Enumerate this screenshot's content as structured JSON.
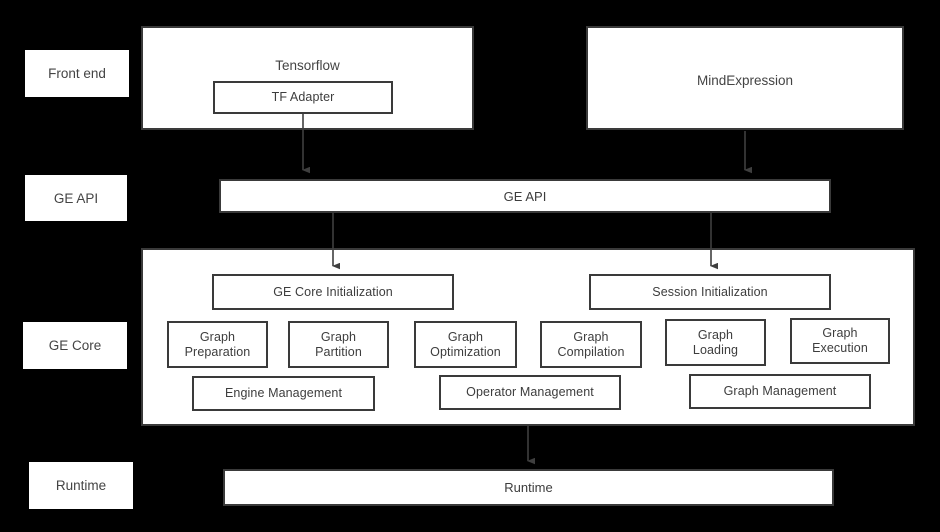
{
  "diagram": {
    "background_color": "#000000",
    "box_fill": "#ffffff",
    "box_border": "#3a3a3a",
    "text_color": "#404040",
    "arrow_color": "#3f3f3f"
  },
  "layer_labels": [
    {
      "id": "front-end",
      "label": "Front end"
    },
    {
      "id": "ge-api",
      "label": "GE API"
    },
    {
      "id": "ge-core",
      "label": "GE Core"
    },
    {
      "id": "runtime",
      "label": "Runtime"
    }
  ],
  "frontend": {
    "tensorflow": {
      "title": "Tensorflow",
      "child": "TF Adapter"
    },
    "mindexpression": {
      "title": "MindExpression"
    }
  },
  "ge_api_bar": {
    "label": "GE API"
  },
  "ge_core": {
    "init_boxes": [
      {
        "id": "ge-core-initialization",
        "label": "GE Core Initialization"
      },
      {
        "id": "session-initialization",
        "label": "Session Initialization"
      }
    ],
    "stage_boxes": [
      {
        "id": "graph-preparation",
        "label": "Graph\nPreparation"
      },
      {
        "id": "graph-partition",
        "label": "Graph\nPartition"
      },
      {
        "id": "graph-optimization",
        "label": "Graph\nOptimization"
      },
      {
        "id": "graph-compilation",
        "label": "Graph\nCompilation"
      },
      {
        "id": "graph-loading",
        "label": "Graph\nLoading"
      },
      {
        "id": "graph-execution",
        "label": "Graph\nExecution"
      }
    ],
    "management_boxes": [
      {
        "id": "engine-management",
        "label": "Engine Management"
      },
      {
        "id": "operator-management",
        "label": "Operator Management"
      },
      {
        "id": "graph-management",
        "label": "Graph Management"
      }
    ]
  },
  "runtime_bar": {
    "label": "Runtime"
  },
  "arrows": [
    {
      "id": "tf-adapter-to-ge-api",
      "from": "TF Adapter",
      "to": "GE API"
    },
    {
      "id": "mindexpression-to-ge-api",
      "from": "MindExpression",
      "to": "GE API"
    },
    {
      "id": "ge-api-to-ge-core-initialization",
      "from": "GE API",
      "to": "GE Core Initialization"
    },
    {
      "id": "ge-api-to-session-initialization",
      "from": "GE API",
      "to": "Session Initialization"
    },
    {
      "id": "ge-core-to-runtime",
      "from": "GE Core",
      "to": "Runtime"
    }
  ]
}
